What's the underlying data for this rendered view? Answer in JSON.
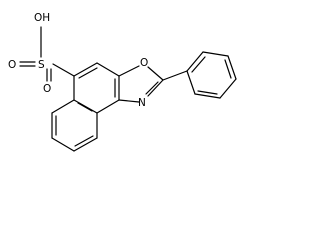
{
  "structure": {
    "atom_labels": {
      "hydroxyl": "OH",
      "sulfonyl_oxygen_upper": "O",
      "sulfonyl_oxygen_lower": "O",
      "sulfur": "S",
      "ring_oxygen": "O",
      "ring_nitrogen": "N"
    }
  }
}
